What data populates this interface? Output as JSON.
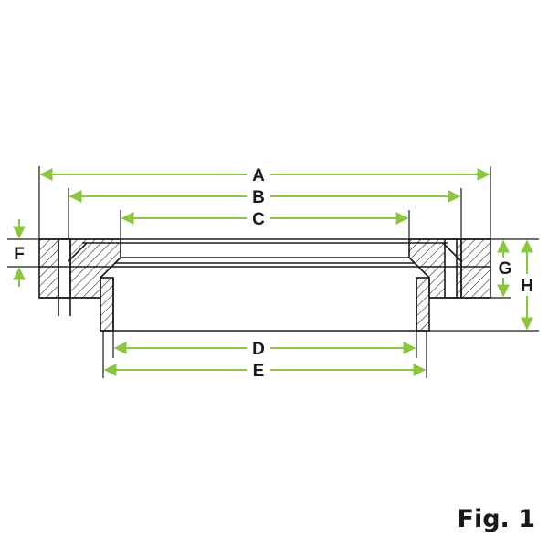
{
  "figure": {
    "caption": "Fig. 1"
  },
  "dimensions": {
    "A": "A",
    "B": "B",
    "C": "C",
    "D": "D",
    "E": "E",
    "F": "F",
    "G": "G",
    "H": "H"
  },
  "colors": {
    "dimension_line": "#8cc63f",
    "outline": "#1a1a1a",
    "hatch": "#1a1a1a"
  }
}
